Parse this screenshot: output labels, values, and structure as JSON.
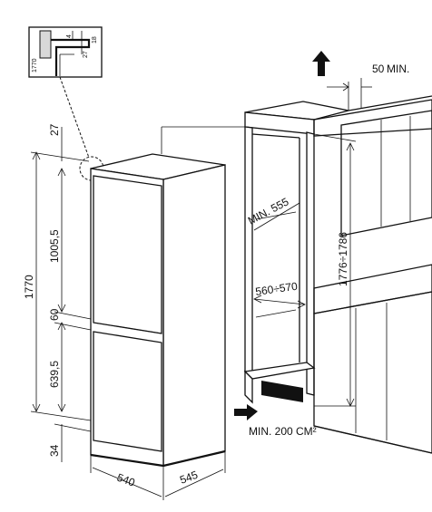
{
  "inset": {
    "dim_height": "1770",
    "dim_gap": "4",
    "dim_top": "27",
    "dim_side": "18"
  },
  "fridge": {
    "dim_top_gap": "27",
    "dim_upper_door": "1005,5",
    "dim_total_height": "1770",
    "dim_door_gap": "60",
    "dim_lower_door": "639,5",
    "dim_bottom": "34",
    "dim_width": "540",
    "dim_depth": "545"
  },
  "cabinet": {
    "dim_min_depth": "MIN. 555",
    "dim_width_range": "560÷570",
    "dim_height_range": "1776÷1786",
    "dim_vent_gap": "50",
    "vent_gap_suffix": "MIN.",
    "vent_area": "MIN. 200 CM²"
  },
  "icons": {
    "up_arrow": "arrow-up-icon",
    "right_arrow": "arrow-right-icon"
  }
}
